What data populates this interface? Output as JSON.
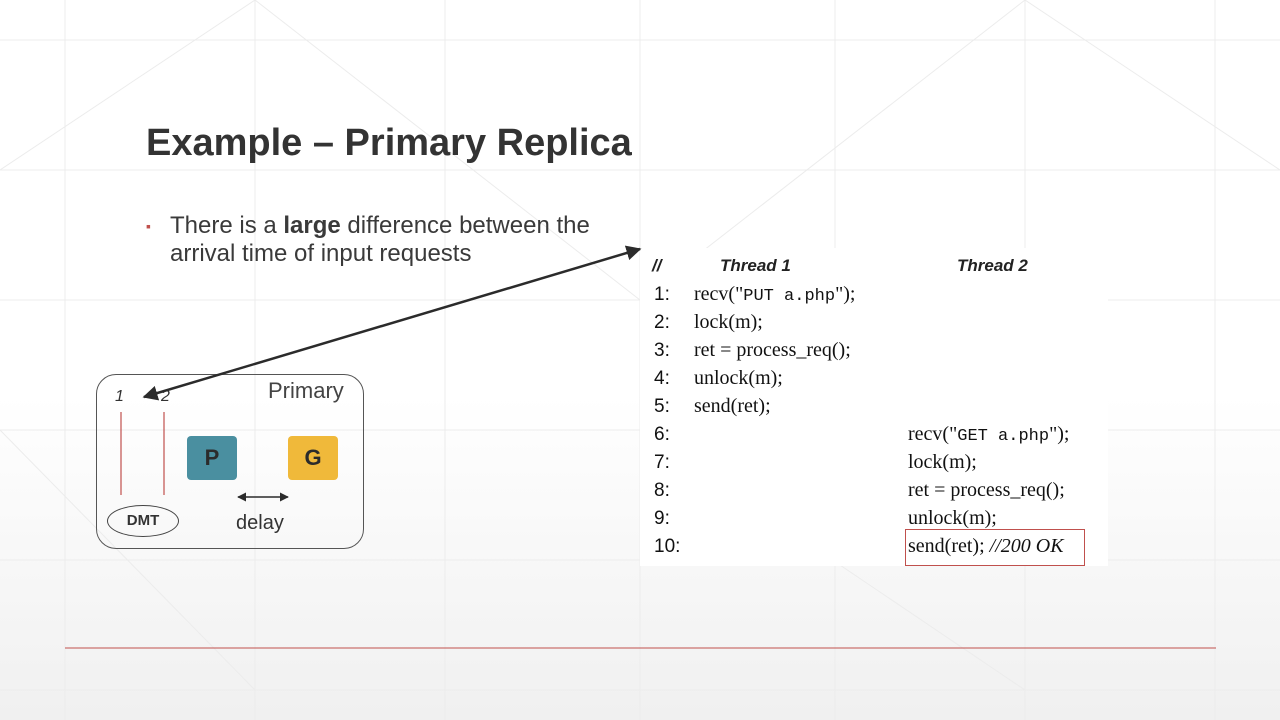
{
  "slide": {
    "title": "Example – Primary Replica",
    "bullet": {
      "before": "There is a ",
      "bold": "large",
      "after": " difference between the arrival time of input requests"
    }
  },
  "code": {
    "headers": {
      "comment": "//",
      "thread1": "Thread 1",
      "thread2": "Thread 2"
    },
    "lines": [
      {
        "num": "1:",
        "thread": 1,
        "parts": [
          "recv(\"",
          "PUT a.php",
          "\");"
        ]
      },
      {
        "num": "2:",
        "thread": 1,
        "text": "lock(m);"
      },
      {
        "num": "3:",
        "thread": 1,
        "text": "ret  =  process_req();"
      },
      {
        "num": "4:",
        "thread": 1,
        "text": "unlock(m);"
      },
      {
        "num": "5:",
        "thread": 1,
        "text": "send(ret);"
      },
      {
        "num": "6:",
        "thread": 2,
        "parts": [
          "recv(\"",
          "GET a.php",
          "\");"
        ]
      },
      {
        "num": "7:",
        "thread": 2,
        "text": "lock(m);"
      },
      {
        "num": "8:",
        "thread": 2,
        "text": "ret  =  process_req();"
      },
      {
        "num": "9:",
        "thread": 2,
        "text": "unlock(m);"
      },
      {
        "num": "10:",
        "thread": 2,
        "text": "send(ret);",
        "comment": "//200  OK",
        "highlight": true
      }
    ]
  },
  "diagram": {
    "box_label": "Primary",
    "thread_labels": [
      "1",
      "2"
    ],
    "p_label": "P",
    "g_label": "G",
    "delay_label": "delay",
    "dmt_label": "DMT",
    "colors": {
      "p": "#4a8fa0",
      "g": "#f0b93a",
      "accent": "#c0504d"
    }
  }
}
